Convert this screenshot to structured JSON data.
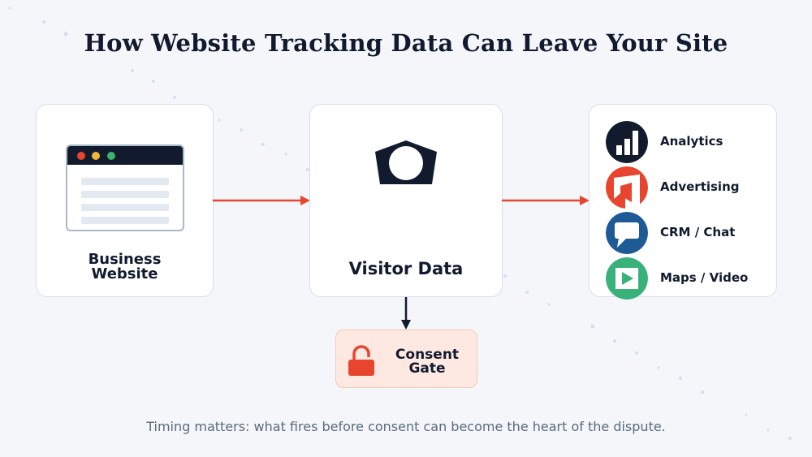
{
  "title": "How Website Tracking Data Can Leave Your Site",
  "nodes": {
    "website": {
      "label_line1": "Business",
      "label_line2": "Website"
    },
    "visitor": {
      "label": "Visitor Data"
    },
    "destinations": [
      {
        "label": "Analytics",
        "icon": "bar-chart-icon",
        "color": "#121b2e"
      },
      {
        "label": "Advertising",
        "icon": "megaphone-icon",
        "color": "#e8452f"
      },
      {
        "label": "CRM / Chat",
        "icon": "chat-bubble-icon",
        "color": "#1d5a96"
      },
      {
        "label": "Maps / Video",
        "icon": "play-icon",
        "color": "#38b27a"
      }
    ],
    "consent_gate": {
      "label_line1": "Consent",
      "label_line2": "Gate",
      "icon": "lock-icon",
      "color": "#e8452f"
    }
  },
  "edges": [
    {
      "from": "Business Website",
      "to": "Visitor Data"
    },
    {
      "from": "Visitor Data",
      "to": "Destinations"
    },
    {
      "from": "Visitor Data",
      "to": "Consent Gate"
    }
  ],
  "colors": {
    "accent": "#e8452f",
    "navy": "#121b2e",
    "background": "#f4f6f9"
  },
  "caption": "Timing matters: what fires before consent can become the heart of the dispute."
}
